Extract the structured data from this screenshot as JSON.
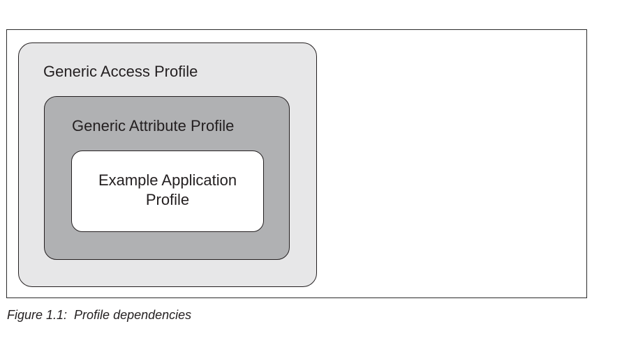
{
  "diagram": {
    "outer_profile": {
      "label": "Generic Access Profile"
    },
    "middle_profile": {
      "label": "Generic Attribute Profile"
    },
    "inner_profile": {
      "label_line1": "Example Application",
      "label_line2": "Profile"
    }
  },
  "caption": "Figure 1.1:  Profile dependencies",
  "colors": {
    "outer_fill": "#e7e7e8",
    "middle_fill": "#b0b1b3",
    "inner_fill": "#ffffff",
    "border": "#231f20"
  }
}
